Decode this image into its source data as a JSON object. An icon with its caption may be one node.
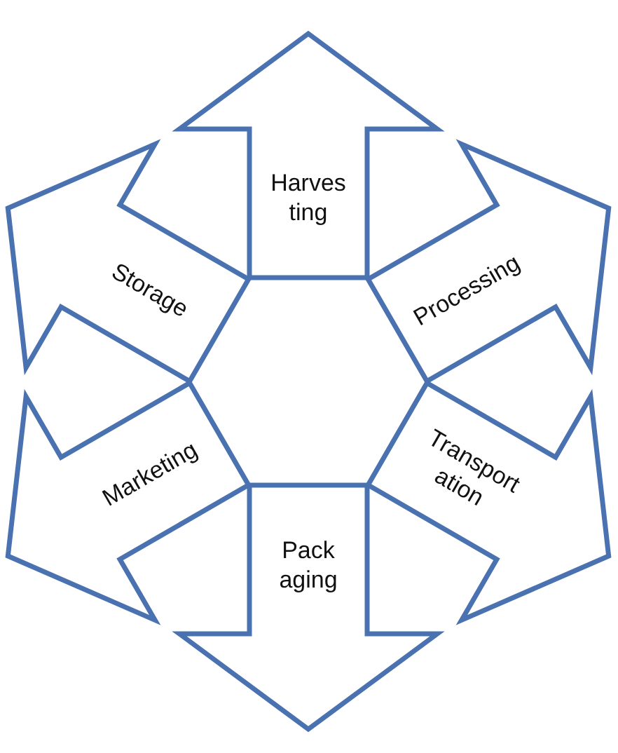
{
  "diagram": {
    "nodes": [
      {
        "text": [
          "Harves ting"
        ]
      },
      {
        "text": [
          "Storage"
        ]
      },
      {
        "text": [
          "Processing"
        ]
      },
      {
        "text": [
          "Marketing"
        ]
      },
      {
        "text": [
          "Transport ation"
        ]
      },
      {
        "text": [
          "Pack aging"
        ]
      }
    ]
  }
}
